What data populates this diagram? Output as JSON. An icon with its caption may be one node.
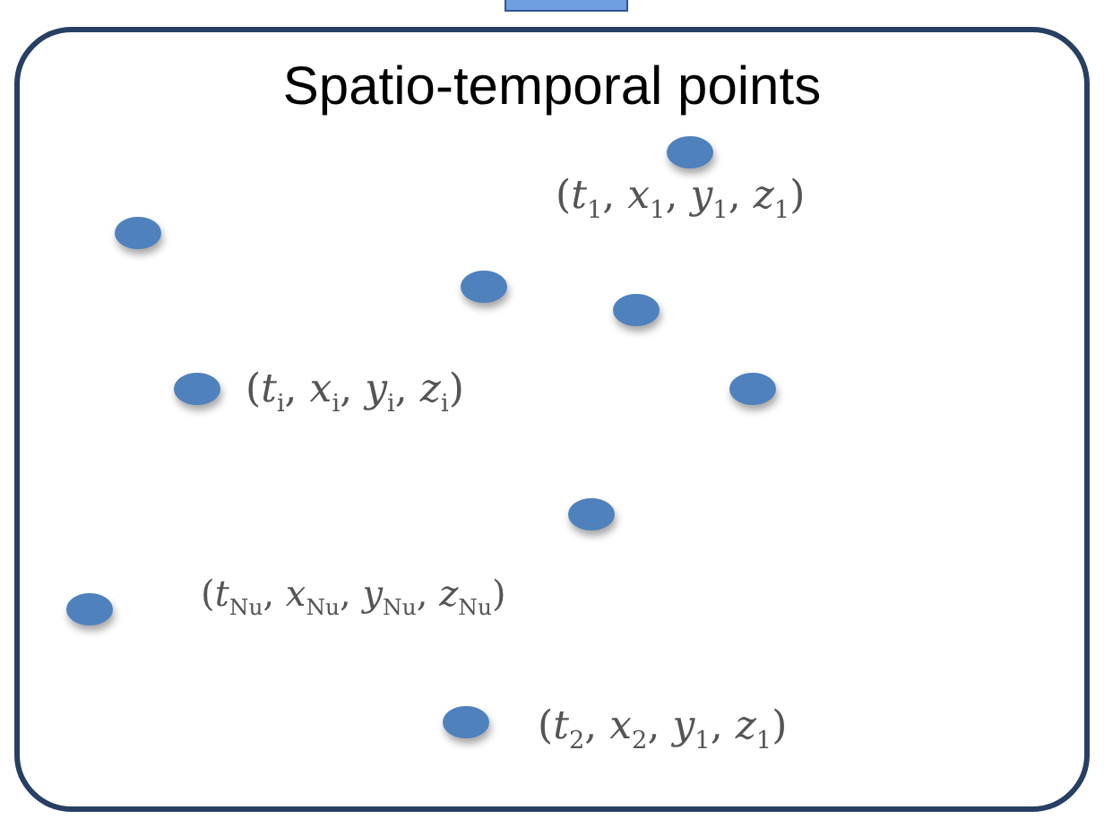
{
  "diagram": {
    "nodes": [
      {
        "text": [
          "Spatio-temporal points"
        ]
      },
      {
        "text": [],
        "shape": "circle",
        "in": 0,
        "beside": [
          "(*t*$_{1}$, *x*$_{1}$, *y*$_{1}$, *z*$_{1}$)"
        ]
      },
      {
        "text": [],
        "shape": "circle",
        "in": 0
      },
      {
        "text": [],
        "shape": "circle",
        "in": 0
      },
      {
        "text": [],
        "shape": "circle",
        "in": 0
      },
      {
        "text": [],
        "shape": "circle",
        "in": 0,
        "beside": [
          "(*t*$_{i}$, *x*$_{i}$, *y*$_{i}$, *z*$_{i}$)"
        ]
      },
      {
        "text": [],
        "shape": "circle",
        "in": 0
      },
      {
        "text": [],
        "shape": "circle",
        "in": 0
      },
      {
        "text": [],
        "shape": "circle",
        "in": 0
      },
      {
        "text": [],
        "shape": "circle",
        "in": 0,
        "beside": [
          "(*t*$_{2}$, *x*$_{2}$, *y*$_{1}$, *z*$_{1}$)"
        ]
      }
    ],
    "labels": [
      "(*t*$_{Nu}$, *x*$_{Nu}$, *y*$_{Nu}$, *z*$_{Nu}$)"
    ]
  }
}
